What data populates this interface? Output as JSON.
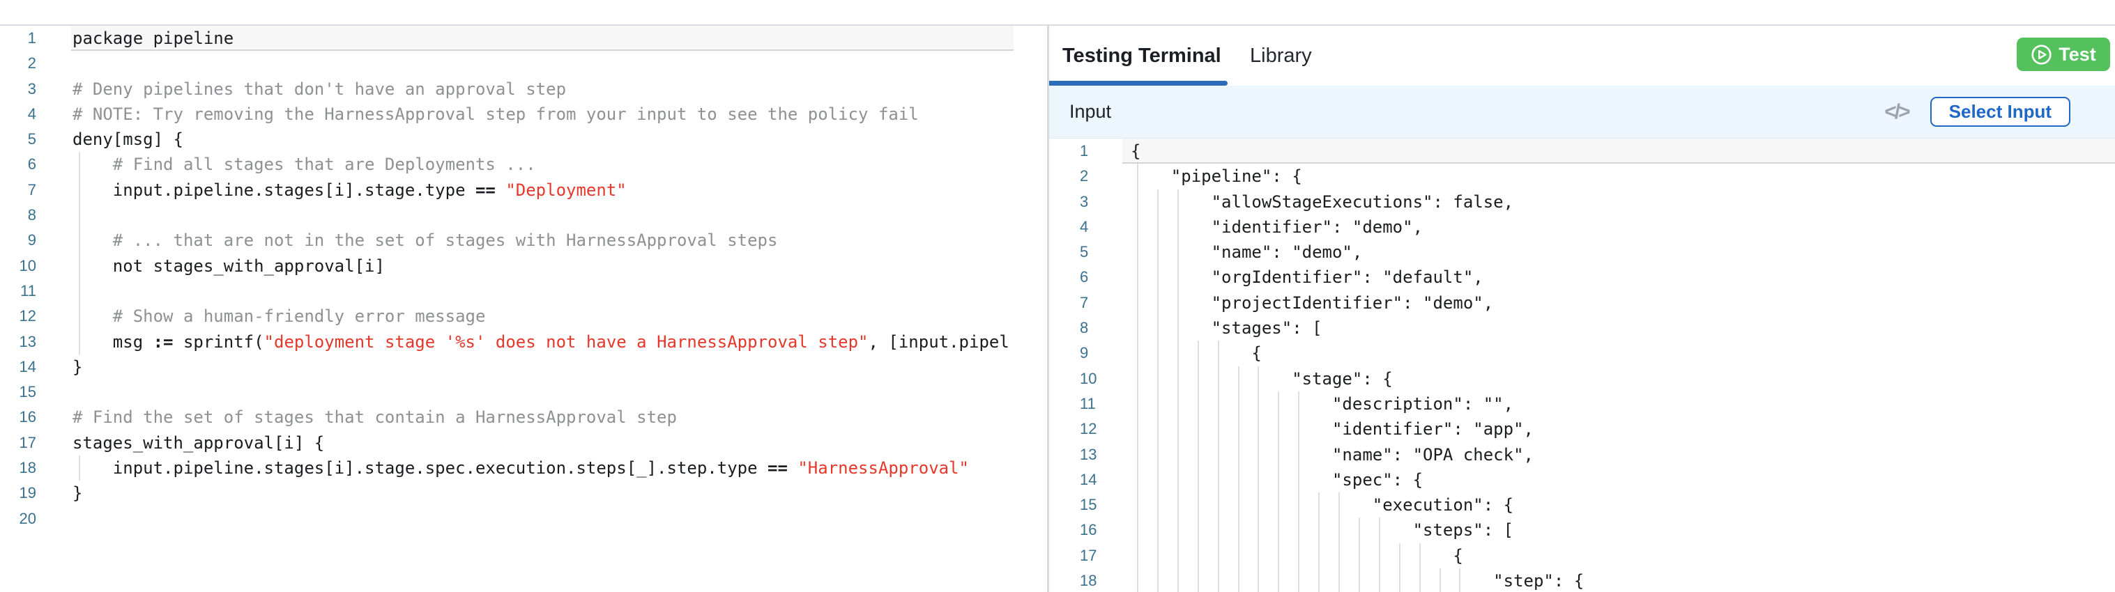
{
  "header": {
    "tabs": [
      {
        "label": "Testing Terminal",
        "active": true
      },
      {
        "label": "Library",
        "active": false
      }
    ],
    "test_button_label": "Test"
  },
  "input_bar": {
    "label": "Input",
    "code_icon": "</>",
    "select_button_label": "Select Input"
  },
  "colors": {
    "tab_underline_blue": "#2a6cb8",
    "button_blue": "#2068c8",
    "test_button_green": "#55c15c",
    "string_red": "#e5382b",
    "comment_gray": "#8e9093",
    "line_number_blue": "#39718f",
    "input_bar_bg": "#ecf6fc"
  },
  "left_editor": {
    "language": "rego",
    "lines": [
      {
        "n": 1,
        "active": true,
        "guides": [],
        "segs": [
          {
            "t": "package pipeline",
            "c": "code"
          }
        ]
      },
      {
        "n": 2,
        "guides": [],
        "segs": []
      },
      {
        "n": 3,
        "guides": [],
        "segs": [
          {
            "t": "# Deny pipelines that don't have an approval step",
            "c": "comment"
          }
        ]
      },
      {
        "n": 4,
        "guides": [],
        "segs": [
          {
            "t": "# NOTE: Try removing the HarnessApproval step from your input to see the policy fail",
            "c": "comment"
          }
        ]
      },
      {
        "n": 5,
        "guides": [],
        "segs": [
          {
            "t": "deny[msg] {",
            "c": "code"
          }
        ]
      },
      {
        "n": 6,
        "guides": [
          0
        ],
        "segs": [
          {
            "t": "    # Find all stages that are Deployments ...",
            "c": "comment"
          }
        ]
      },
      {
        "n": 7,
        "guides": [
          0
        ],
        "segs": [
          {
            "t": "    input.pipeline.stages[i].stage.type ",
            "c": "code"
          },
          {
            "t": "==",
            "c": "op"
          },
          {
            "t": " ",
            "c": "code"
          },
          {
            "t": "\"Deployment\"",
            "c": "string"
          }
        ]
      },
      {
        "n": 8,
        "guides": [
          0
        ],
        "segs": []
      },
      {
        "n": 9,
        "guides": [
          0
        ],
        "segs": [
          {
            "t": "    # ... that are not in the set of stages with HarnessApproval steps",
            "c": "comment"
          }
        ]
      },
      {
        "n": 10,
        "guides": [
          0
        ],
        "segs": [
          {
            "t": "    not stages_with_approval[i]",
            "c": "code"
          }
        ]
      },
      {
        "n": 11,
        "guides": [
          0
        ],
        "segs": []
      },
      {
        "n": 12,
        "guides": [
          0
        ],
        "segs": [
          {
            "t": "    # Show a human-friendly error message",
            "c": "comment"
          }
        ]
      },
      {
        "n": 13,
        "guides": [
          0
        ],
        "segs": [
          {
            "t": "    msg ",
            "c": "code"
          },
          {
            "t": ":=",
            "c": "op"
          },
          {
            "t": " sprintf(",
            "c": "code"
          },
          {
            "t": "\"deployment stage '%s' does not have a HarnessApproval step\"",
            "c": "string"
          },
          {
            "t": ", [input.pipel",
            "c": "code"
          }
        ]
      },
      {
        "n": 14,
        "guides": [],
        "segs": [
          {
            "t": "}",
            "c": "code"
          }
        ]
      },
      {
        "n": 15,
        "guides": [],
        "segs": []
      },
      {
        "n": 16,
        "guides": [],
        "segs": [
          {
            "t": "# Find the set of stages that contain a HarnessApproval step",
            "c": "comment"
          }
        ]
      },
      {
        "n": 17,
        "guides": [],
        "segs": [
          {
            "t": "stages_with_approval[i] {",
            "c": "code"
          }
        ]
      },
      {
        "n": 18,
        "guides": [
          0
        ],
        "segs": [
          {
            "t": "    input.pipeline.stages[i].stage.spec.execution.steps[_].step.type ",
            "c": "code"
          },
          {
            "t": "==",
            "c": "op"
          },
          {
            "t": " ",
            "c": "code"
          },
          {
            "t": "\"HarnessApproval\"",
            "c": "string"
          }
        ]
      },
      {
        "n": 19,
        "guides": [],
        "segs": [
          {
            "t": "}",
            "c": "code"
          }
        ]
      },
      {
        "n": 20,
        "guides": [],
        "segs": []
      }
    ]
  },
  "right_editor": {
    "language": "json",
    "lines": [
      {
        "n": 1,
        "active": true,
        "indent": 0,
        "text": "{"
      },
      {
        "n": 2,
        "indent": 4,
        "text": "    \"pipeline\": {"
      },
      {
        "n": 3,
        "indent": 8,
        "text": "        \"allowStageExecutions\": false,"
      },
      {
        "n": 4,
        "indent": 8,
        "text": "        \"identifier\": \"demo\","
      },
      {
        "n": 5,
        "indent": 8,
        "text": "        \"name\": \"demo\","
      },
      {
        "n": 6,
        "indent": 8,
        "text": "        \"orgIdentifier\": \"default\","
      },
      {
        "n": 7,
        "indent": 8,
        "text": "        \"projectIdentifier\": \"demo\","
      },
      {
        "n": 8,
        "indent": 8,
        "text": "        \"stages\": ["
      },
      {
        "n": 9,
        "indent": 12,
        "text": "            {"
      },
      {
        "n": 10,
        "indent": 16,
        "text": "                \"stage\": {"
      },
      {
        "n": 11,
        "indent": 20,
        "text": "                    \"description\": \"\","
      },
      {
        "n": 12,
        "indent": 20,
        "text": "                    \"identifier\": \"app\","
      },
      {
        "n": 13,
        "indent": 20,
        "text": "                    \"name\": \"OPA check\","
      },
      {
        "n": 14,
        "indent": 20,
        "text": "                    \"spec\": {"
      },
      {
        "n": 15,
        "indent": 24,
        "text": "                        \"execution\": {"
      },
      {
        "n": 16,
        "indent": 28,
        "text": "                            \"steps\": ["
      },
      {
        "n": 17,
        "indent": 32,
        "text": "                                {"
      },
      {
        "n": 18,
        "indent": 36,
        "text": "                                    \"step\": {"
      }
    ]
  }
}
